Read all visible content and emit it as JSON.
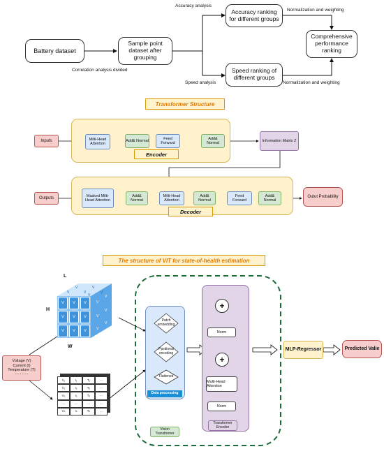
{
  "pipeline": {
    "battery_dataset": "Battery dataset",
    "sample_point": "Sample point dataset after grouping",
    "accuracy_ranking": "Accuracy ranking for different groups",
    "speed_ranking": "Speed ranking of different groups",
    "comprehensive": "Comprehensive performance ranking",
    "accuracy_analysis": "Accuracy analysis",
    "speed_analysis": "Speed analysis",
    "norm_weight_top": "Normalization and weighting",
    "norm_weight_bottom": "Normalization and weighting",
    "correlation": "Correlation analysis divided"
  },
  "transformer": {
    "title": "Transformer Structure",
    "inputs": "Inputs",
    "outputs": "Outputs",
    "enc_attention": "Milti-Head Attention",
    "enc_addnorm1": "Add& Normal",
    "enc_feedforward": "Feed Forward",
    "enc_addnorm2": "Add& Normal",
    "encoder_label": "Encoder",
    "info_matrix": "Information Matrix Z",
    "dec_masked": "Masked Milti-Head Attention",
    "dec_addnorm1": "Add& Normal",
    "dec_attention": "Milti-Head Attention",
    "dec_addnorm2": "Add& Normal",
    "dec_feedforward": "Feed Forward",
    "dec_addnorm3": "Add& Normal",
    "decoder_label": "Decoder",
    "output_prob": "Outut Probability"
  },
  "vit": {
    "title": "The structure of VIT for state-of-health estimation",
    "cube_l": "L",
    "cube_h": "H",
    "cube_w": "W",
    "cube_cell": "V",
    "inputs_box": [
      "Voltage (V)",
      "Current (I)",
      "Temperature (T)",
      "- - - - - -"
    ],
    "table": [
      [
        "V₁",
        "I₁",
        "T₁",
        "···"
      ],
      [
        "V₂",
        "I₂",
        "T₂",
        "···"
      ],
      [
        "V₃",
        "I₃",
        "T₃",
        "···"
      ],
      [
        "···",
        "···",
        "···",
        "···"
      ],
      [
        "Vₙ",
        "Iₙ",
        "Tₙ",
        "···"
      ]
    ],
    "patch": "Patch embedding",
    "positional": "Ppsitional encoding",
    "flattened": "Flattened",
    "data_processing": "Data processing",
    "vision_transformer": "Vision Transformer",
    "norm_top": "Norm",
    "plus": "+",
    "mha": "Multi-Head Attention",
    "norm_bottom": "Norm",
    "encoder": "Transformer Encoder",
    "mlp": "MLP-Regressor",
    "predicted": "Predicted Valie"
  },
  "colors": {
    "orange": "#e07a00",
    "blue": "#dae8fc",
    "green": "#d5e8d4",
    "red": "#f8cecc",
    "purple": "#e1d5e7",
    "yellow": "#fff2cc",
    "dashed_green": "#1e6b3a",
    "processing_blue": "#1b8fd6"
  }
}
